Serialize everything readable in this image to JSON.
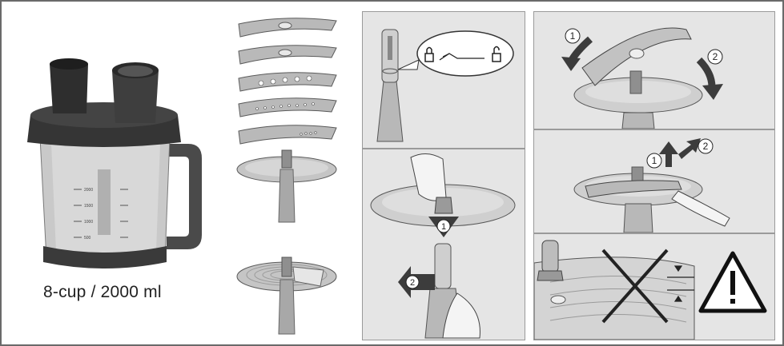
{
  "figure": {
    "product_caption": "8-cup / 2000 ml",
    "step_markers": [
      "1",
      "2"
    ],
    "jug_scale_labels": [
      "2000",
      "1500",
      "1000",
      "500"
    ],
    "colors": {
      "background": "#ffffff",
      "panel_bg": "#e5e5e5",
      "dark_plastic": "#3a3a3a",
      "blade_grey": "#b9b9b9",
      "arrow_dark": "#3c3c3c"
    },
    "icons": [
      "lock-closed-icon",
      "lock-open-icon",
      "warning-triangle-icon",
      "prohibited-cross-icon"
    ]
  }
}
